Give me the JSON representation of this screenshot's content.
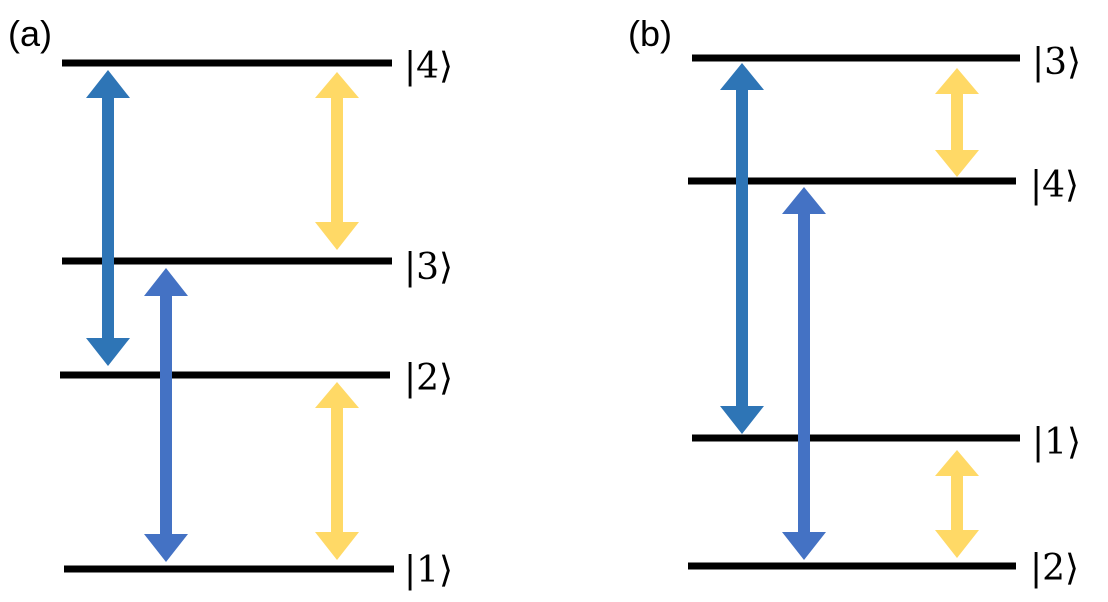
{
  "panels": [
    {
      "id": "a",
      "label": "(a)",
      "states": {
        "top": "|4⟩",
        "upper": "|3⟩",
        "lower": "|2⟩",
        "bottom": "|1⟩"
      }
    },
    {
      "id": "b",
      "label": "(b)",
      "states": {
        "top": "|3⟩",
        "upper": "|4⟩",
        "lower": "|1⟩",
        "bottom": "|2⟩"
      }
    }
  ],
  "colors": {
    "level": "#000000",
    "arrow_blue_dark": "#2E75B6",
    "arrow_blue": "#4472C4",
    "arrow_yellow": "#FFD966"
  },
  "icons": [
    "double-headed-arrow"
  ]
}
